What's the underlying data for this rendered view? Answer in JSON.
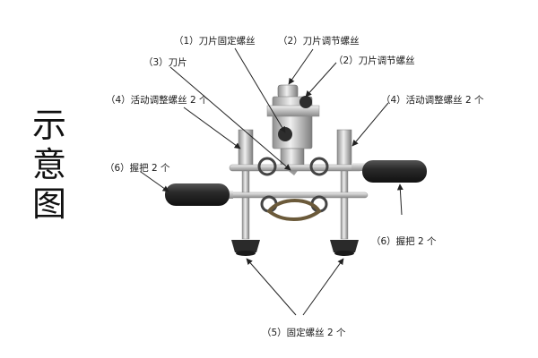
{
  "side_title": [
    "示",
    "意",
    "图"
  ],
  "labels": {
    "blade_fix_screw": "（1）刀片固定螺丝",
    "blade_adjust_screw_top": "（2）刀片调节螺丝",
    "blade_adjust_screw_right": "（2）刀片调节螺丝",
    "blade": "（3）刀片",
    "movable_screw_left": "（4）活动调整螺丝 2 个",
    "movable_screw_right": "（4）活动调整螺丝 2 个",
    "handle_left": "（6）握把 2 个",
    "handle_right": "（6）握把 2 个",
    "fix_screw_bottom": "（5）固定螺丝 2 个"
  },
  "colors": {
    "metal": "#c9c9c9",
    "metal_dark": "#8a8a8a",
    "grip": "#2b2b2b",
    "line": "#222222"
  }
}
